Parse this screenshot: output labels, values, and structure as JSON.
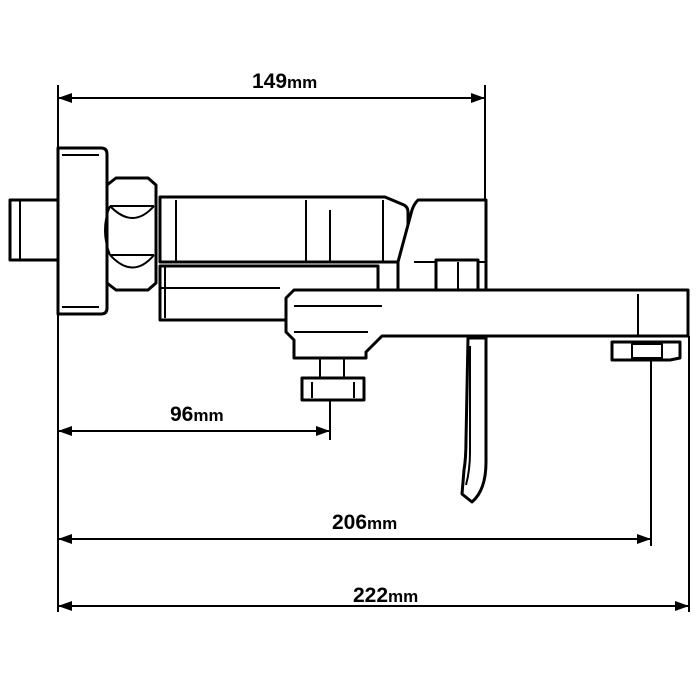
{
  "dimensions": [
    {
      "id": "top-width",
      "value": "149",
      "unit": "mm"
    },
    {
      "id": "inlet-offset",
      "value": "96",
      "unit": "mm"
    },
    {
      "id": "spout-reach",
      "value": "206",
      "unit": "mm"
    },
    {
      "id": "overall-length",
      "value": "222",
      "unit": "mm"
    }
  ]
}
